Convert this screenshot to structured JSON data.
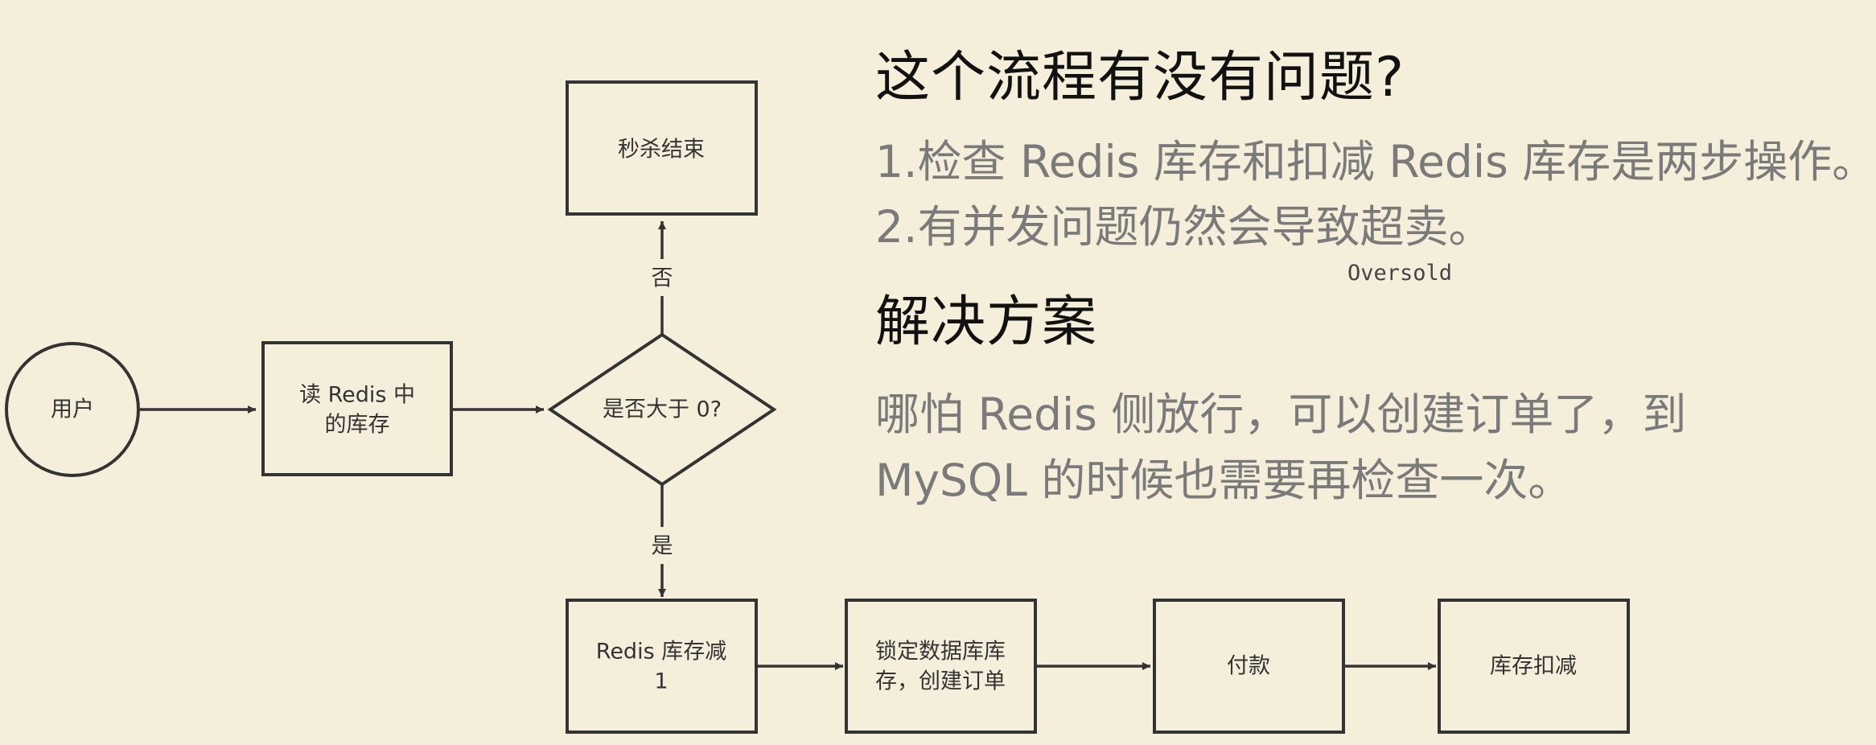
{
  "diagram": {
    "nodes": {
      "user": {
        "label": "用户"
      },
      "read_redis": {
        "line1": "读 Redis 中",
        "line2": "的库存"
      },
      "decision": {
        "label": "是否大于 0?"
      },
      "seckill_end": {
        "label": "秒杀结束"
      },
      "redis_decrement": {
        "line1": "Redis 库存减",
        "line2": "1"
      },
      "lock_db": {
        "line1": "锁定数据库库",
        "line2": "存，创建订单"
      },
      "payment": {
        "label": "付款"
      },
      "stock_deduct": {
        "label": "库存扣减"
      }
    },
    "edges": {
      "no_label": "否",
      "yes_label": "是"
    },
    "colors": {
      "background": "#f5eedb",
      "stroke": "#333333"
    }
  },
  "panel": {
    "question_title": "这个流程有没有问题?",
    "problems": [
      "1.检查 Redis 库存和扣减 Redis 库存是两步操作。",
      "2.有并发问题仍然会导致超卖。"
    ],
    "annotation": "Oversold",
    "solution_title": "解决方案",
    "solution_lines": [
      "哪怕 Redis 侧放行，可以创建订单了，到",
      "MySQL 的时候也需要再检查一次。"
    ]
  }
}
